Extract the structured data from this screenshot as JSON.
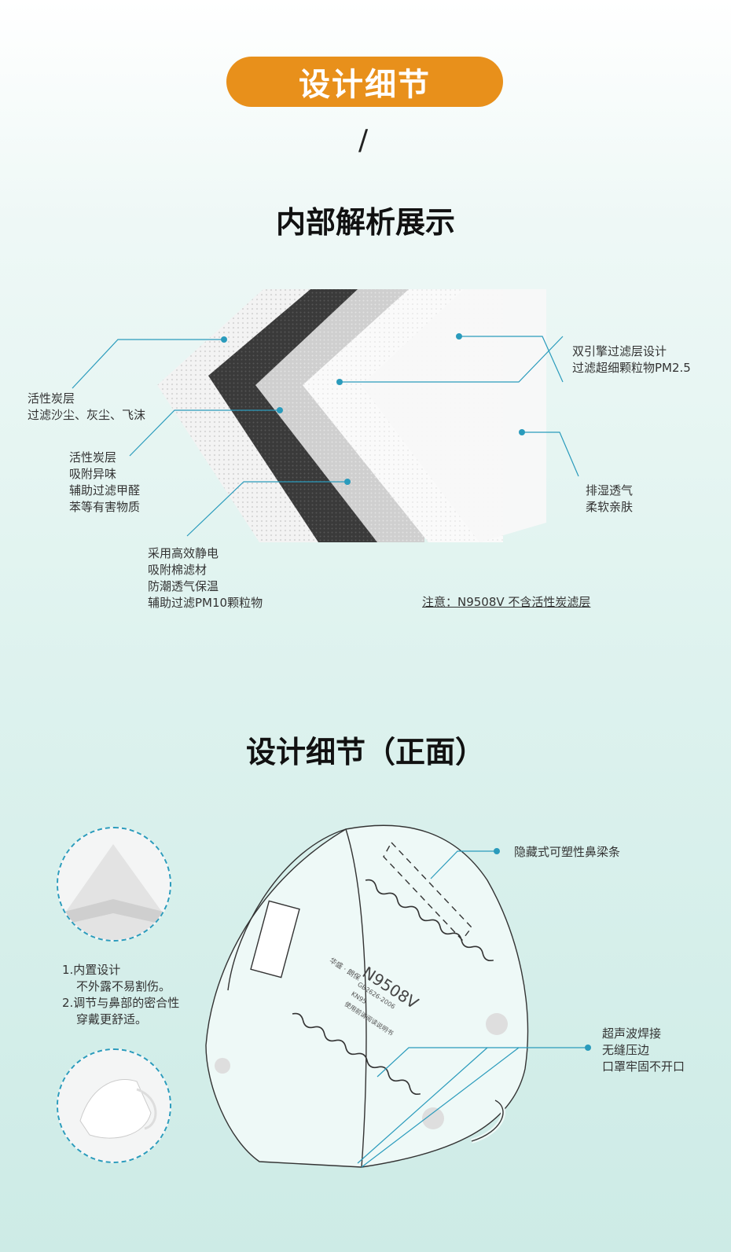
{
  "header": {
    "pill_title": "设计细节",
    "separator": "/"
  },
  "section1": {
    "title": "内部解析展示",
    "labels": {
      "layer1": "活性炭层\n过滤沙尘、灰尘、飞沫",
      "layer2": "活性炭层\n吸附异味\n辅助过滤甲醛\n苯等有害物质",
      "layer3": "采用高效静电\n吸附棉滤材\n防潮透气保温\n辅助过滤PM10颗粒物",
      "layer4": "双引擎过滤层设计\n过滤超细颗粒物PM2.5",
      "layer5": "排湿透气\n柔软亲肤"
    },
    "note": "注意：N9508V 不含活性炭滤层"
  },
  "section2": {
    "title": "设计细节（正面）",
    "desc_line1": "1.内置设计",
    "desc_line2": "不外露不易割伤。",
    "desc_line3": "2.调节与鼻部的密合性",
    "desc_line4": "穿戴更舒适。",
    "nose_label": "隐藏式可塑性鼻梁条",
    "weld_label": "超声波焊接\n无缝压边\n口罩牢固不开口",
    "mask_model": "N9508V",
    "mask_brand": "华盛 · 朗保",
    "mask_standard": "GB2626-2006",
    "mask_grade": "KN95",
    "mask_instructions": "使用前请阅读说明书"
  },
  "colors": {
    "accent": "#e8901b",
    "line": "#2a9bbc"
  }
}
